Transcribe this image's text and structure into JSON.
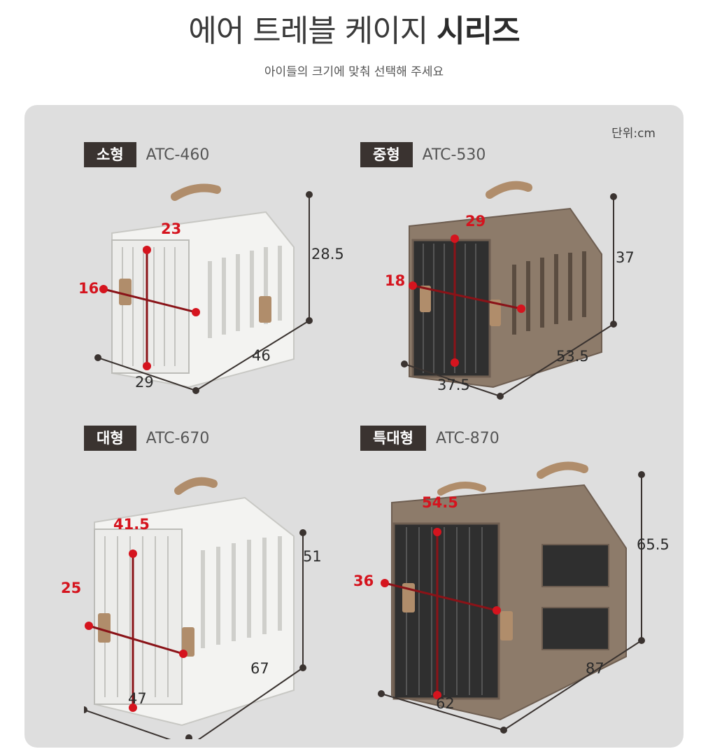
{
  "header": {
    "title_regular": "에어 트레블 케이지",
    "title_bold": "시리즈",
    "subtitle": "아이들의 크기에 맞춰 선택해 주세요"
  },
  "unit_label": "단위:cm",
  "colors": {
    "white_body": "#f3f3f1",
    "brown_body": "#8d7b6a",
    "handle": "#b08d6b",
    "accent": "#d5141e",
    "badge_bg": "#3a3330"
  },
  "products": [
    {
      "size": "소형",
      "model": "ATC-460",
      "color": "white",
      "dims": {
        "height_front": "23",
        "width_front": "16",
        "height": "28.5",
        "depth": "46",
        "width": "29"
      }
    },
    {
      "size": "중형",
      "model": "ATC-530",
      "color": "brown",
      "dims": {
        "height_front": "29",
        "width_front": "18",
        "height": "37",
        "depth": "53.5",
        "width": "37.5"
      }
    },
    {
      "size": "대형",
      "model": "ATC-670",
      "color": "white",
      "dims": {
        "height_front": "41.5",
        "width_front": "25",
        "height": "51",
        "depth": "67",
        "width": "47"
      }
    },
    {
      "size": "특대형",
      "model": "ATC-870",
      "color": "brown",
      "dims": {
        "height_front": "54.5",
        "width_front": "36",
        "height": "65.5",
        "depth": "87",
        "width": "62"
      }
    }
  ]
}
